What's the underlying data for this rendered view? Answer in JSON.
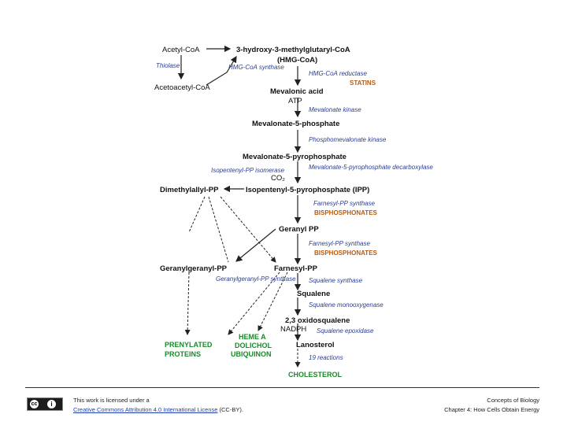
{
  "pathway": {
    "acetyl_coa": "Acetyl-CoA",
    "hmg_coa": "3-hydroxy-3-methylglutaryl-CoA",
    "hmg_coa_abbr": "(HMG-CoA)",
    "thiolase": "Thiolase",
    "hmg_coa_synthase": "HMG-CoA synthase",
    "acetoacetyl_coa": "Acetoacetyl-CoA",
    "hmg_coa_reductase": "HMG-CoA reductase",
    "statins": "STATINS",
    "mevalonic_acid": "Mevalonic acid",
    "atp": "ATP",
    "mevalonate_kinase": "Mevalonate kinase",
    "mevalonate_5p": "Mevalonate-5-phosphate",
    "phosphomevalonate_kinase": "Phosphomevalonate kinase",
    "mevalonate_5pp": "Mevalonate-5-pyrophosphate",
    "ipp_isomerase": "Isopentenyl-PP isomerase",
    "co2": "CO₂",
    "mevalonate_5pp_decarboxylase": "Mevalonate-5-pyrophosphate decarboxylase",
    "dmapp": "Dimethylallyl-PP",
    "ipp": "Isopentenyl-5-pyrophosphate (IPP)",
    "fpp_synthase_1": "Farnesyl-PP synthase",
    "bisphosphonates_1": "BISPHOSPHONATES",
    "geranyl_pp": "Geranyl PP",
    "fpp_synthase_2": "Farnesyl-PP synthase",
    "bisphosphonates_2": "BISPHOSPHONATES",
    "ggpp": "Geranylgeranyl-PP",
    "fpp": "Farnesyl-PP",
    "ggpp_synthase": "Geranylgeranyl-PP synthase",
    "squalene_synthase": "Squalene synthase",
    "squalene": "Squalene",
    "squalene_monooxygenase": "Squalene monooxygenase",
    "oxidosqualene": "2,3 oxidosqualene",
    "nadph": "NADPH",
    "squalene_epoxidase": "Squalene epoxidase",
    "lanosterol": "Lanosterol",
    "reactions_19": "19 reactions",
    "prenylated_proteins_1": "PRENYLATED",
    "prenylated_proteins_2": "PROTEINS",
    "heme_a": "HEME A",
    "dolichol": "DOLICHOL",
    "ubiquinone": "UBIQUINON",
    "cholesterol": "CHOLESTEROL"
  },
  "footer": {
    "license_line1": "This work is licensed under a",
    "license_link": "Creative Commons Attribution 4.0 International License",
    "license_suffix": " (CC-BY).",
    "course": "Concepts of Biology",
    "chapter": "Chapter 4: How Cells Obtain Energy",
    "cc_logo_text": "cc",
    "by_logo_text": "i"
  },
  "colors": {
    "enzyme": "#2c3e91",
    "drug": "#b85a10",
    "product": "#1a8a2a"
  }
}
